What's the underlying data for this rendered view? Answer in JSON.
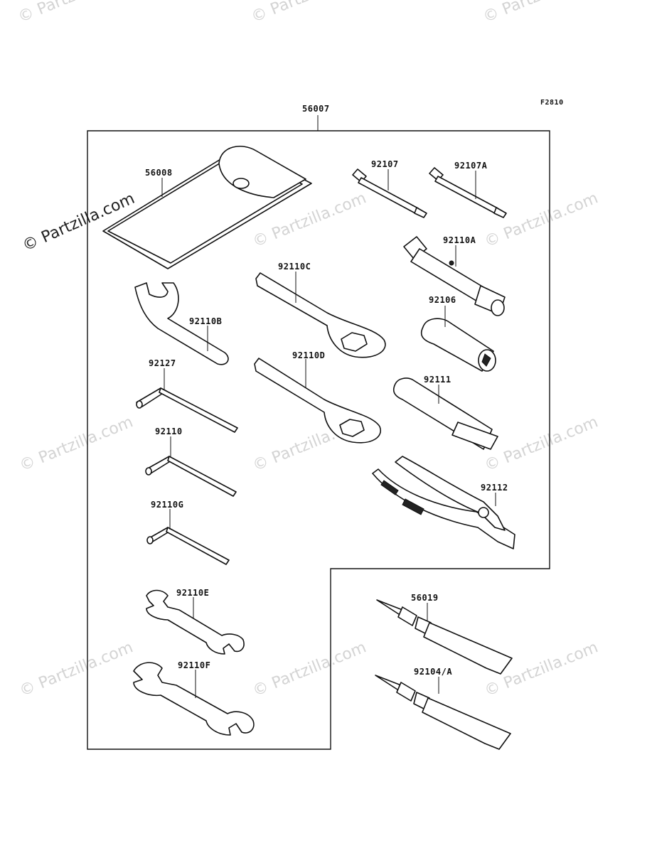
{
  "figure_code": "F2810",
  "watermark": "© Partzilla.com",
  "parts": [
    {
      "id": "56007"
    },
    {
      "id": "56008"
    },
    {
      "id": "92107"
    },
    {
      "id": "92107A"
    },
    {
      "id": "92110A"
    },
    {
      "id": "92110C"
    },
    {
      "id": "92110B"
    },
    {
      "id": "92106"
    },
    {
      "id": "92127"
    },
    {
      "id": "92110D"
    },
    {
      "id": "92111"
    },
    {
      "id": "92110"
    },
    {
      "id": "92112"
    },
    {
      "id": "92110G"
    },
    {
      "id": "92110E"
    },
    {
      "id": "56019"
    },
    {
      "id": "92110F"
    },
    {
      "id": "92104/A"
    }
  ]
}
